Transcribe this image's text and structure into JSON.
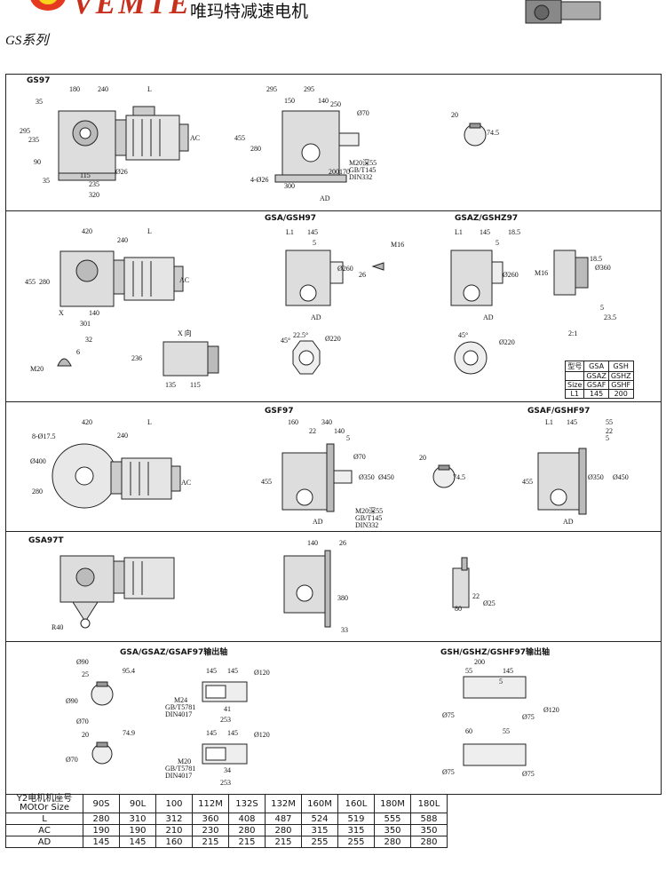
{
  "header": {
    "brand": "VEMTE",
    "brand_cn": "唯玛特减速电机",
    "series": "GS系列"
  },
  "sections": {
    "gs97": "GS97",
    "gsa_gsh97": "GSA/GSH97",
    "gsaz_gshz97": "GSAZ/GSHZ97",
    "gsf97": "GSF97",
    "gsaf_gshf97": "GSAF/GSHF97",
    "gsa97t": "GSA97T",
    "shaft_left": "GSA/GSAZ/GSAF97输出轴",
    "shaft_right": "GSH/GSHZ/GSHF97输出轴"
  },
  "dims": {
    "gs97_side": [
      "180",
      "240",
      "L",
      "35",
      "295",
      "235",
      "90",
      "35",
      "115",
      "235",
      "320",
      "Ø26",
      "AC"
    ],
    "gs97_front": [
      "295",
      "295",
      "150",
      "140",
      "250",
      "455",
      "280",
      "4-Ø26",
      "300",
      "200",
      "170",
      "AD",
      "Ø70",
      "M20深55",
      "GB/T145",
      "DIN332"
    ],
    "gs97_key": [
      "20",
      "74.5"
    ],
    "gsa_side": [
      "420",
      "240",
      "L",
      "455",
      "280",
      "140",
      "301",
      "X",
      "AC"
    ],
    "gsa_front": [
      "L1",
      "145",
      "5",
      "M16",
      "26",
      "Ø260",
      "AD"
    ],
    "gsaz_front": [
      "L1",
      "145",
      "18.5",
      "5",
      "M16",
      "Ø260",
      "AD",
      "18.5",
      "Ø360",
      "5",
      "23.5",
      "2:1"
    ],
    "gsa_small": [
      "32",
      "6",
      "M20"
    ],
    "gsa_x": [
      "X 向",
      "236",
      "135",
      "115"
    ],
    "flange_a": [
      "45°",
      "22.5°",
      "Ø220"
    ],
    "flange_b": [
      "45°",
      "Ø220"
    ],
    "gsf_side": [
      "420",
      "240",
      "L",
      "8-Ø17.5",
      "Ø400",
      "280",
      "AC"
    ],
    "gsf_front": [
      "160",
      "340",
      "22",
      "140",
      "5",
      "455",
      "Ø70",
      "Ø350",
      "Ø450",
      "AD",
      "M20深55",
      "GB/T145",
      "DIN332"
    ],
    "gsf_key": [
      "20",
      "74.5"
    ],
    "gsaf_front": [
      "L1",
      "145",
      "55",
      "22",
      "5",
      "455",
      "Ø350",
      "Ø450",
      "AD"
    ],
    "gsa97t_side": [
      "R40"
    ],
    "gsa97t_front": [
      "140",
      "26",
      "380",
      "33"
    ],
    "gsa97t_key": [
      "22",
      "80",
      "Ø25"
    ],
    "shaft_l1": [
      "Ø90",
      "25",
      "95.4",
      "Ø90"
    ],
    "shaft_l2": [
      "Ø70",
      "20",
      "74.9",
      "Ø70"
    ],
    "shaft_m1": [
      "145",
      "145",
      "Ø120",
      "M24",
      "GB/T5781",
      "DIN4017",
      "41",
      "253"
    ],
    "shaft_m2": [
      "145",
      "145",
      "Ø120",
      "M20",
      "GB/T5781",
      "DIN4017",
      "34",
      "253"
    ],
    "shaft_r": [
      "200",
      "145",
      "55",
      "5",
      "Ø75",
      "Ø75",
      "Ø120",
      "60",
      "55",
      "Ø75",
      "Ø75"
    ]
  },
  "size_table": {
    "rows": [
      [
        "型号",
        "GSA",
        "GSH"
      ],
      [
        "",
        "GSAZ",
        "GSHZ"
      ],
      [
        "Size",
        "GSAF",
        "GSHF"
      ],
      [
        "L1",
        "145",
        "200"
      ]
    ]
  },
  "motor_table": {
    "header_cn": "Y2电机机座号",
    "header_en": "MOtOr Size",
    "sizes": [
      "90S",
      "90L",
      "100",
      "112M",
      "132S",
      "132M",
      "160M",
      "160L",
      "180M",
      "180L"
    ],
    "rows": [
      {
        "label": "L",
        "values": [
          "280",
          "310",
          "312",
          "360",
          "408",
          "487",
          "524",
          "519",
          "555",
          "588"
        ]
      },
      {
        "label": "AC",
        "values": [
          "190",
          "190",
          "210",
          "230",
          "280",
          "280",
          "315",
          "315",
          "350",
          "350"
        ]
      },
      {
        "label": "AD",
        "values": [
          "145",
          "145",
          "160",
          "215",
          "215",
          "215",
          "255",
          "255",
          "280",
          "280"
        ]
      }
    ]
  }
}
